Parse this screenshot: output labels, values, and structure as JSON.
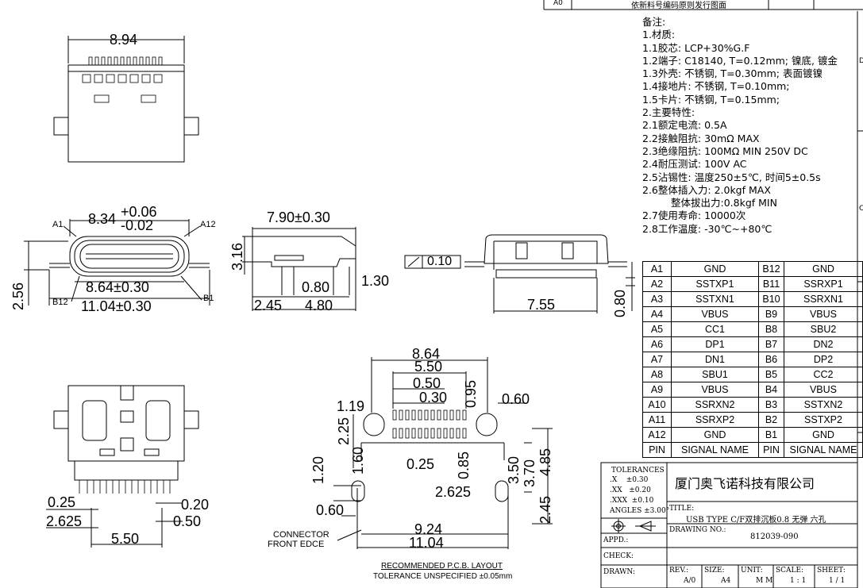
{
  "header": {
    "rev_code": "A0",
    "revision_note": "依新料号编码原则发行图面"
  },
  "notes": [
    "备注:",
    "1.材质:",
    "1.1胶芯: LCP+30%G.F",
    "1.2端子: C18140, T=0.12mm; 镍底, 镀金",
    "1.3外壳: 不锈钢, T=0.30mm; 表面镀镍",
    "1.4接地片: 不锈钢, T=0.10mm;",
    "1.5卡片: 不锈钢, T=0.15mm;",
    "2.主要特性:",
    "2.1额定电流: 0.5A",
    "2.2接触阻抗: 30mΩ MAX",
    "2.3绝缘阻抗: 100MΩ MIN 250V DC",
    "2.4耐压测试: 100V AC",
    "2.5沾锡性: 温度250±5℃, 时间5±0.5s",
    "2.6整体插入力: 2.0kgf MAX",
    "整体拔出力:0.8kgf MIN",
    "2.7使用寿命: 10000次",
    "2.8工作温度: -30℃~+80℃"
  ],
  "border_marks": [
    "D",
    "C"
  ],
  "pin_table": {
    "rows": [
      [
        "A1",
        "GND",
        "B12",
        "GND"
      ],
      [
        "A2",
        "SSTXP1",
        "B11",
        "SSRXP1"
      ],
      [
        "A3",
        "SSTXN1",
        "B10",
        "SSRXN1"
      ],
      [
        "A4",
        "VBUS",
        "B9",
        "VBUS"
      ],
      [
        "A5",
        "CC1",
        "B8",
        "SBU2"
      ],
      [
        "A6",
        "DP1",
        "B7",
        "DN2"
      ],
      [
        "A7",
        "DN1",
        "B6",
        "DP2"
      ],
      [
        "A8",
        "SBU1",
        "B5",
        "CC2"
      ],
      [
        "A9",
        "VBUS",
        "B4",
        "VBUS"
      ],
      [
        "A10",
        "SSRXN2",
        "B3",
        "SSTXN2"
      ],
      [
        "A11",
        "SSRXP2",
        "B2",
        "SSTXP2"
      ],
      [
        "A12",
        "GND",
        "B1",
        "GND"
      ],
      [
        "PIN",
        "SIGNAL NAME",
        "PIN",
        "SIGNAL NAME"
      ]
    ]
  },
  "dims": {
    "top_width": "8.94",
    "front_width": "8.34",
    "front_tol_plus": "+0.06",
    "front_tol_minus": "-0.02",
    "label_a1": "A1",
    "label_a12": "A12",
    "label_b12": "B12",
    "label_b1": "B1",
    "front_inner": "8.64±0.30",
    "front_outer": "11.04±0.30",
    "front_height": "2.56",
    "side_length": "7.90±0.30",
    "side_height": "3.16",
    "side_080": "0.80",
    "side_130": "1.30",
    "side_245": "2.45",
    "side_480": "4.80",
    "flatness": "0.10",
    "rear_755": "7.55",
    "rear_080": "0.80",
    "bottom_025": "0.25",
    "bottom_020": "0.20",
    "bottom_2625": "2.625",
    "bottom_050": "0.50",
    "bottom_550": "5.50",
    "pcb_864": "8.64",
    "pcb_550": "5.50",
    "pcb_050": "0.50",
    "pcb_030": "0.30",
    "pcb_095": "0.95",
    "pcb_060r": "0.60",
    "pcb_119": "1.19",
    "pcb_225": "2.25",
    "pcb_160": "1.60",
    "pcb_025": "0.25",
    "pcb_085": "0.85",
    "pcb_2625": "2.625",
    "pcb_120": "1.20",
    "pcb_060": "0.60",
    "pcb_350": "3.50",
    "pcb_370": "3.70",
    "pcb_485": "4.85",
    "pcb_245": "2.45",
    "pcb_924": "9.24",
    "pcb_1104": "11.04"
  },
  "captions": {
    "connector": "CONNECTOR",
    "front_edge": "FRONT EDCE",
    "layout_title": "RECOMMENDED P.C.B. LAYOUT",
    "layout_tol": "TOLERANCE UNSPECIFIED ±0.05mm"
  },
  "title_block": {
    "tolerances": "TOLERANCES",
    "tol_rows": [
      ".X    ±0.30",
      ".XX   ±0.20",
      ".XXX  ±0.10",
      "ANGLES ±3.00°"
    ],
    "company": "厦门奥飞诺科技有限公司",
    "title_label": "TITLE:",
    "title": "USB TYPE C/F双排沉板0.8 无弹 六孔",
    "drawing_no_label": "DRAWING NO.:",
    "drawing_no": "812039-090",
    "appd": "APPD.:",
    "check": "CHECK:",
    "drawn": "DRAWN:",
    "rev_label": "REV.:",
    "rev": "A/0",
    "size_label": "SIZE:",
    "size": "A4",
    "unit_label": "UNIT:",
    "unit": "M M",
    "scale_label": "SCALE:",
    "scale": "1 : 1",
    "sheet_label": "SHEET:",
    "sheet": "1 / 1"
  }
}
